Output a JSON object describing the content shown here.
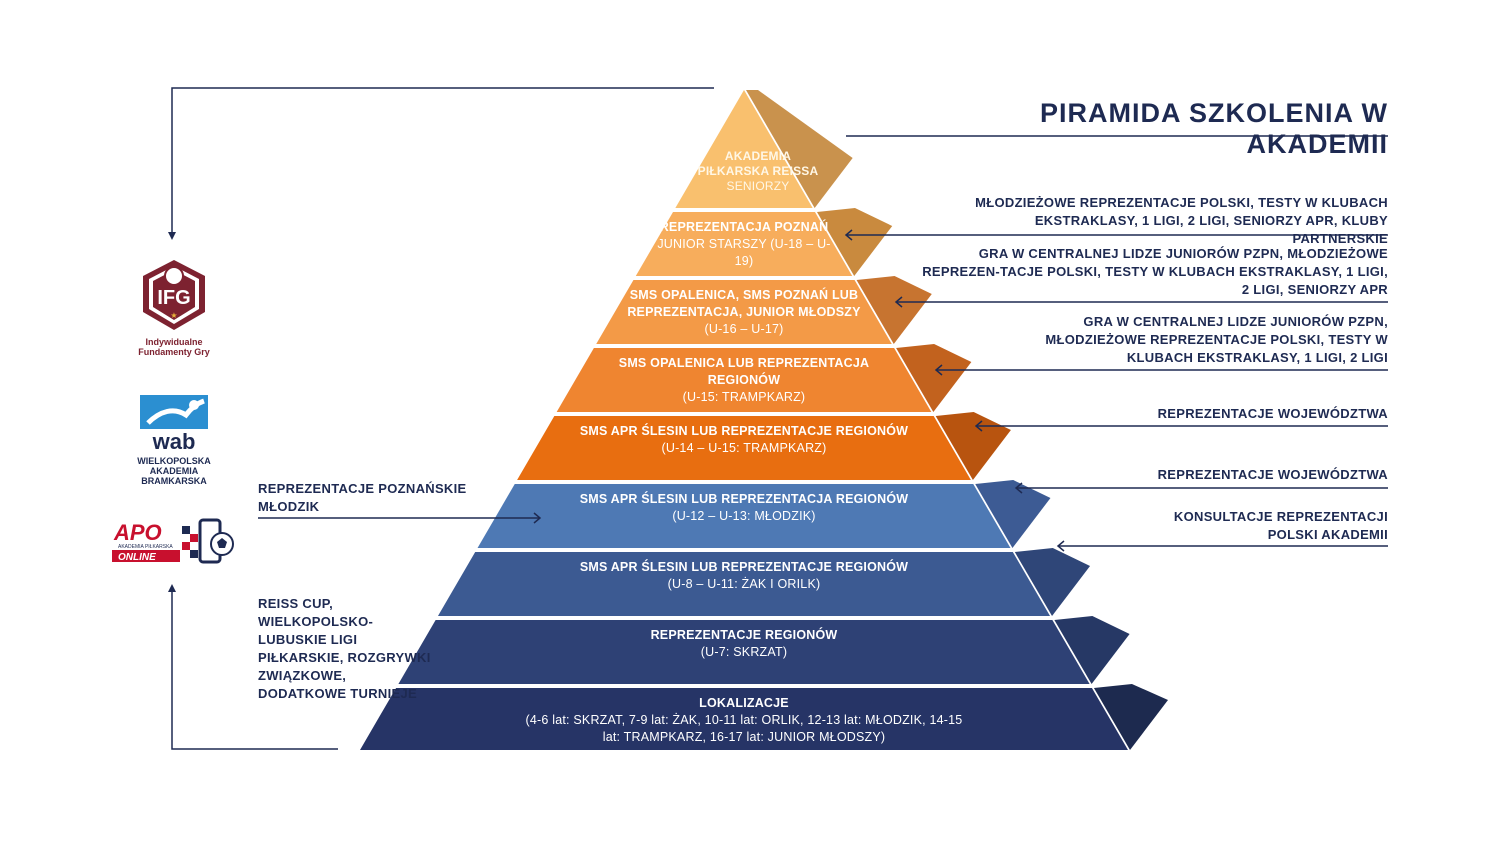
{
  "title": "PIRAMIDA SZKOLENIA W AKADEMII",
  "colors": {
    "navy": "#1e2a52",
    "levels": [
      "#f9c06e",
      "#f7ad5c",
      "#f39a47",
      "#ef8530",
      "#e86e10",
      "#4e79b4",
      "#3c5a92",
      "#2e4175",
      "#263466"
    ],
    "side": [
      "#c9924d",
      "#c98a3e",
      "#c77430",
      "#c2621e",
      "#b8540f",
      "#3d5b94",
      "#2f4678",
      "#263865",
      "#1d2a4f"
    ]
  },
  "levels": [
    {
      "bold": "AKADEMIA PIŁKARSKA REISSA",
      "normal": "SENIORZY"
    },
    {
      "bold": "REPREZENTACJA POZNAŃ",
      "normal": "JUNIOR STARSZY (U-18 – U-19)"
    },
    {
      "bold": "SMS OPALENICA, SMS POZNAŃ LUB REPREZENTACJA, JUNIOR MŁODSZY",
      "normal": "(U-16 – U-17)"
    },
    {
      "bold": "SMS OPALENICA LUB REPREZENTACJA REGIONÓW",
      "normal": "(U-15: TRAMPKARZ)"
    },
    {
      "bold": "SMS APR ŚLESIN LUB REPREZENTACJE REGIONÓW",
      "normal": "(U-14 – U-15: TRAMPKARZ)"
    },
    {
      "bold": "SMS APR ŚLESIN LUB REPREZENTACJA REGIONÓW",
      "normal": "(U-12 – U-13: MŁODZIK)"
    },
    {
      "bold": "SMS APR ŚLESIN LUB REPREZENTACJE REGIONÓW",
      "normal": "(U-8 – U-11: ŻAK I ORILK)"
    },
    {
      "bold": "REPREZENTACJE REGIONÓW",
      "normal": "(U-7: SKRZAT)"
    },
    {
      "bold": "LOKALIZACJE",
      "normal": "(4-6 lat: SKRZAT, 7-9 lat: ŻAK, 10-11 lat: ORLIK, 12-13 lat: MŁODZIK, 14-15 lat: TRAMPKARZ, 16-17 lat: JUNIOR MŁODSZY)"
    }
  ],
  "right_notes": [
    "MŁODZIEŻOWE REPREZENTACJE POLSKI, TESTY W KLUBACH EKSTRAKLASY, 1 LIGI, 2 LIGI, SENIORZY APR, KLUBY PARTNERSKIE",
    "GRA W CENTRALNEJ LIDZE JUNIORÓW PZPN, MŁODZIEŻOWE REPREZEN-TACJE POLSKI, TESTY W KLUBACH EKSTRAKLASY, 1 LIGI, 2 LIGI, SENIORZY APR",
    "GRA W CENTRALNEJ LIDZE JUNIORÓW PZPN, MŁODZIEŻOWE REPREZENTACJE POLSKI, TESTY W KLUBACH EKSTRAKLASY, 1 LIGI, 2 LIGI",
    "REPREZENTACJE WOJEWÓDZTWA",
    "REPREZENTACJE WOJEWÓDZTWA",
    "KONSULTACJE REPREZENTACJI POLSKI AKADEMII"
  ],
  "left_notes": [
    "REPREZENTACJE POZNAŃSKIE MŁODZIK",
    "REISS CUP, WIELKOPOLSKO-LUBUSKIE LIGI PIŁKARSKIE, ROZGRYWKI ZWIĄZKOWE, DODATKOWE TURNIEJE"
  ],
  "logos": {
    "ifg": {
      "mark": "IFG",
      "caption": "Indywidualne Fundamenty Gry"
    },
    "wab": {
      "mark": "wab",
      "caption": "WIELKOPOLSKA AKADEMIA BRAMKARSKA"
    },
    "apo": {
      "mark": "APO",
      "sub": "AKADEMIA PIŁKARSKA",
      "online": "ONLINE"
    }
  }
}
